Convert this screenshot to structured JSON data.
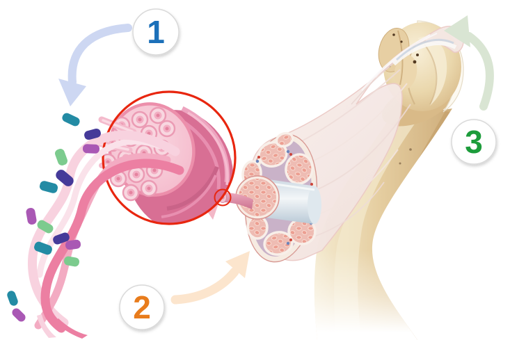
{
  "figure": {
    "background": "#ffffff",
    "description": "muscle-structure-anatomy-diagram"
  },
  "callouts": {
    "step1": {
      "number": "1",
      "label": "myofilament-strands",
      "number_color": "#1a6fb9",
      "arrow_color": "#cdd7f2"
    },
    "step2": {
      "number": "2",
      "label": "muscle-cross-section",
      "number_color": "#e87c1c",
      "arrow_color": "#fce5cd"
    },
    "step3": {
      "number": "3",
      "label": "bone-tendon-attachment",
      "number_color": "#1f9c3b",
      "arrow_color": "#d9e5d3"
    }
  },
  "magnifier": {
    "ring_color": "#e8260f"
  },
  "palette": {
    "ribbon_light": "#f8d2df",
    "ribbon_mid": "#f3abc2",
    "ribbon_deep": "#ec7fa2",
    "ribbon_pale": "#fae2ea",
    "segment_teal": "#238ba4",
    "segment_indigo": "#453a99",
    "segment_violet": "#a958b4",
    "segment_green": "#7ccb8e",
    "muscle_body": "#f6ebe8",
    "fascicle_fill": "#eebcb3",
    "fiber_dot": "#ec9e91",
    "matrix": "#c9b2c8",
    "bundle_face": "#f7c6d4",
    "bundle_side": "#d86f94",
    "bone_light": "#f2e6c9",
    "bone_mid": "#e2c99b",
    "bone_shadow": "#cfae7c",
    "tendon": "#f4eef0"
  }
}
